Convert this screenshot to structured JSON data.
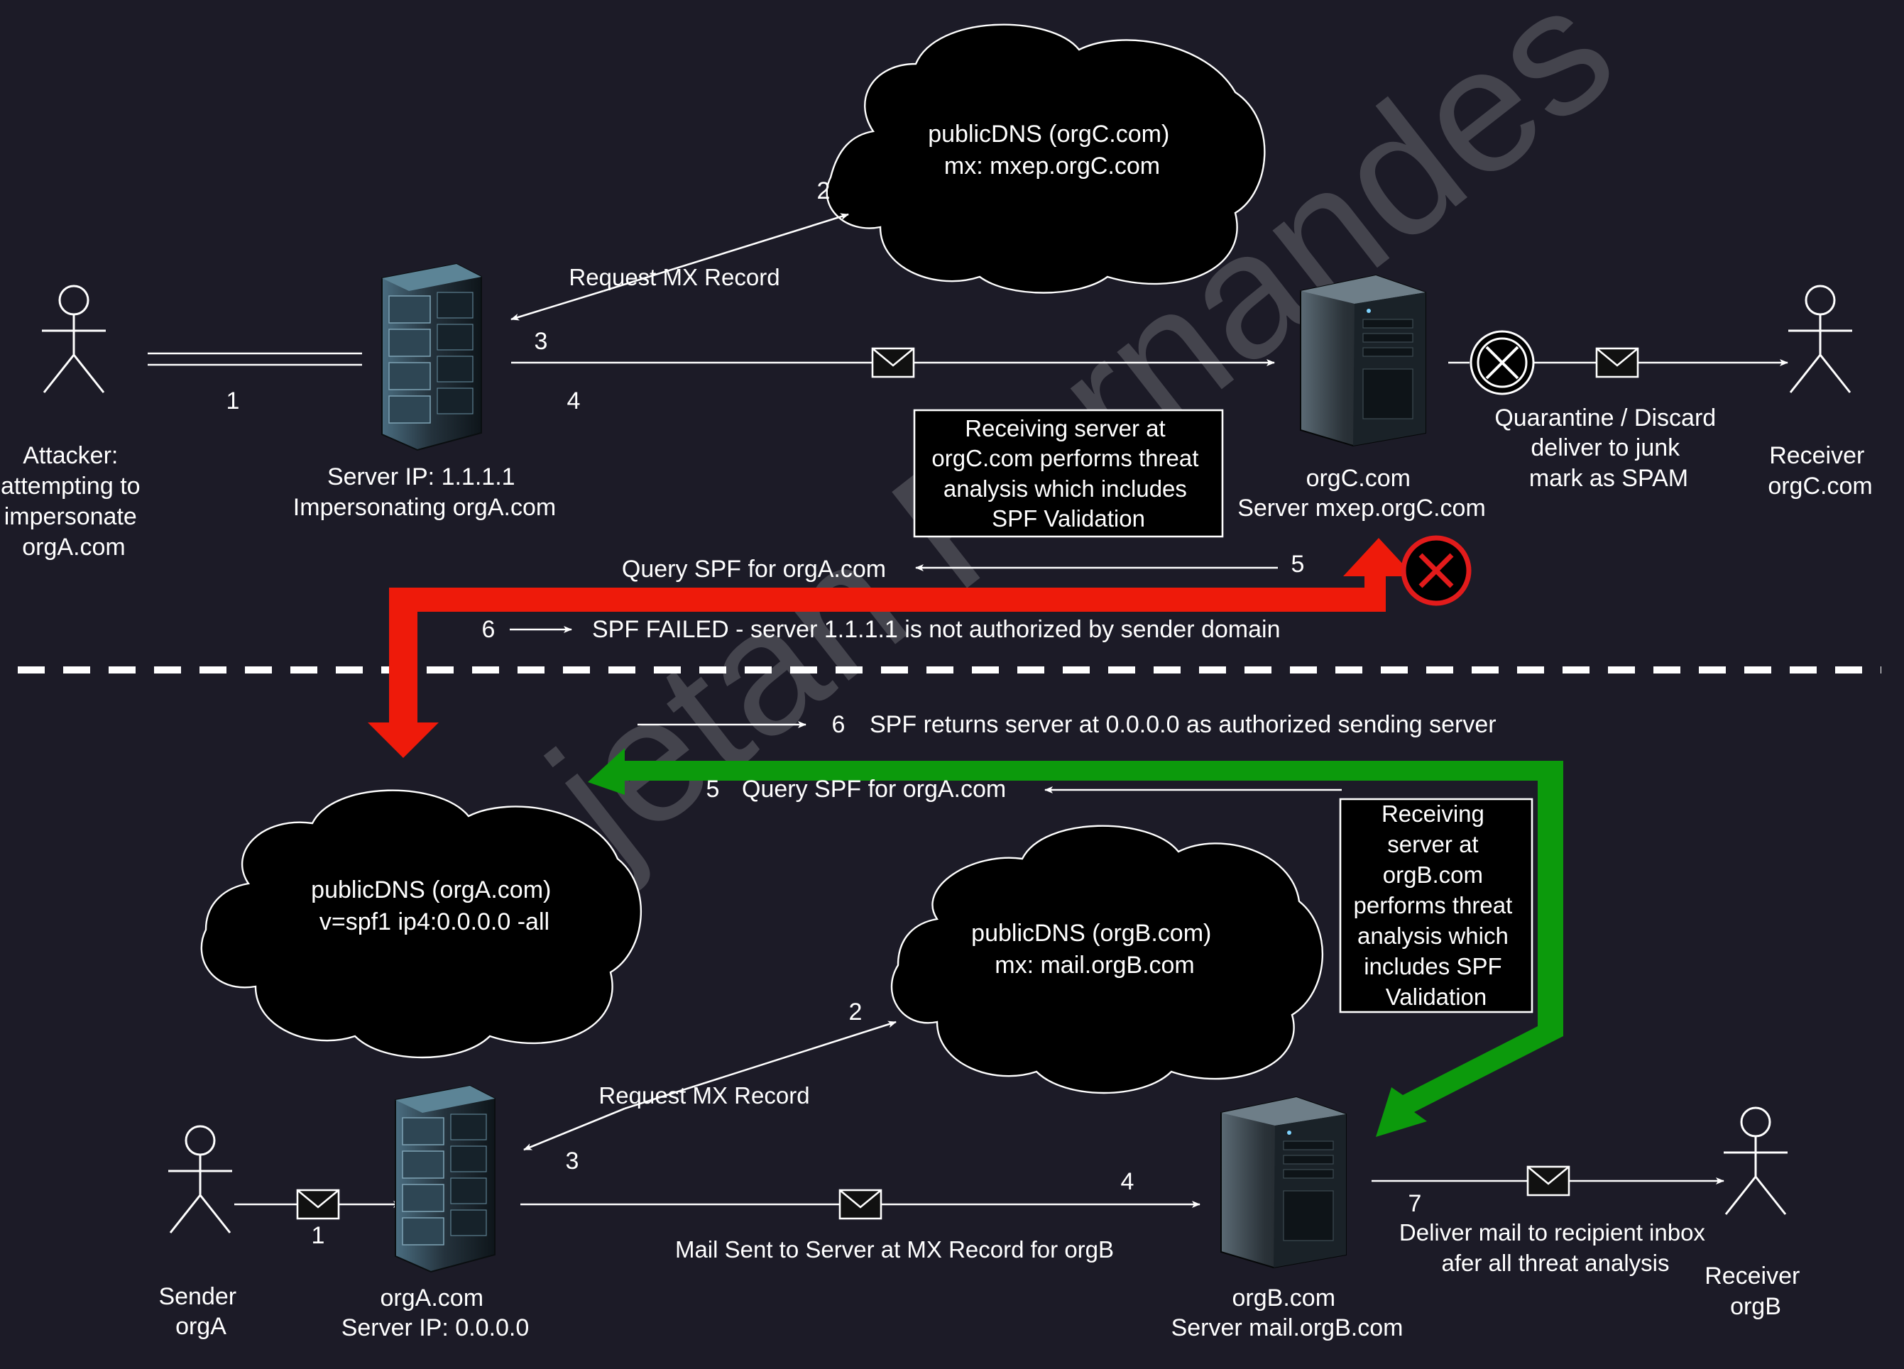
{
  "top": {
    "attacker": [
      "Attacker:",
      "attempting to",
      "impersonate",
      "orgA.com"
    ],
    "attacker_server": [
      "Server IP: 1.1.1.1",
      "Impersonating orgA.com"
    ],
    "cloud": [
      "publicDNS (orgC.com)",
      "mx: mxep.orgC.com"
    ],
    "request_mx": "Request MX Record",
    "receiving_box": [
      "Receiving server at",
      "orgC.com performs threat",
      "analysis which includes",
      "SPF Validation"
    ],
    "orgc_server": [
      "orgC.com",
      "Server mxep.orgC.com"
    ],
    "quarantine": [
      "Quarantine / Discard",
      "deliver to junk",
      "mark as SPAM"
    ],
    "receiver": [
      "Receiver",
      "orgC.com"
    ],
    "query_spf": "Query SPF for orgA.com",
    "spf_failed": "SPF FAILED - server 1.1.1.1 is not authorized by sender domain",
    "steps": [
      "1",
      "2",
      "3",
      "4",
      "5",
      "6"
    ]
  },
  "bottom": {
    "spf_returns": "SPF returns server at 0.0.0.0 as authorized sending server",
    "query_spf": "Query SPF for orgA.com",
    "cloud_orga": [
      "publicDNS (orgA.com)",
      "v=spf1 ip4:0.0.0.0 -all"
    ],
    "cloud_orgb": [
      "publicDNS (orgB.com)",
      "mx: mail.orgB.com"
    ],
    "receiving_box": [
      "Receiving",
      "server at",
      "orgB.com",
      "performs threat",
      "analysis which",
      "includes SPF",
      "Validation"
    ],
    "request_mx": "Request MX Record",
    "sender": [
      "Sender",
      "orgA"
    ],
    "orga_server": [
      "orgA.com",
      "Server IP: 0.0.0.0"
    ],
    "mail_sent": "Mail Sent to Server at MX Record for orgB",
    "orgb_server": [
      "orgB.com",
      "Server mail.orgB.com"
    ],
    "deliver": [
      "Deliver mail to recipient inbox",
      "afer all threat analysis"
    ],
    "receiver": [
      "Receiver",
      "orgB"
    ],
    "steps": [
      "1",
      "2",
      "3",
      "4",
      "5",
      "6",
      "7"
    ]
  },
  "watermark": "Cajetan Fernandes",
  "colors": {
    "background": "#1c1b27",
    "fail_arrow": "#ee1a0a",
    "pass_arrow": "#0c9a0c",
    "fail_icon": "#e21b1b"
  }
}
